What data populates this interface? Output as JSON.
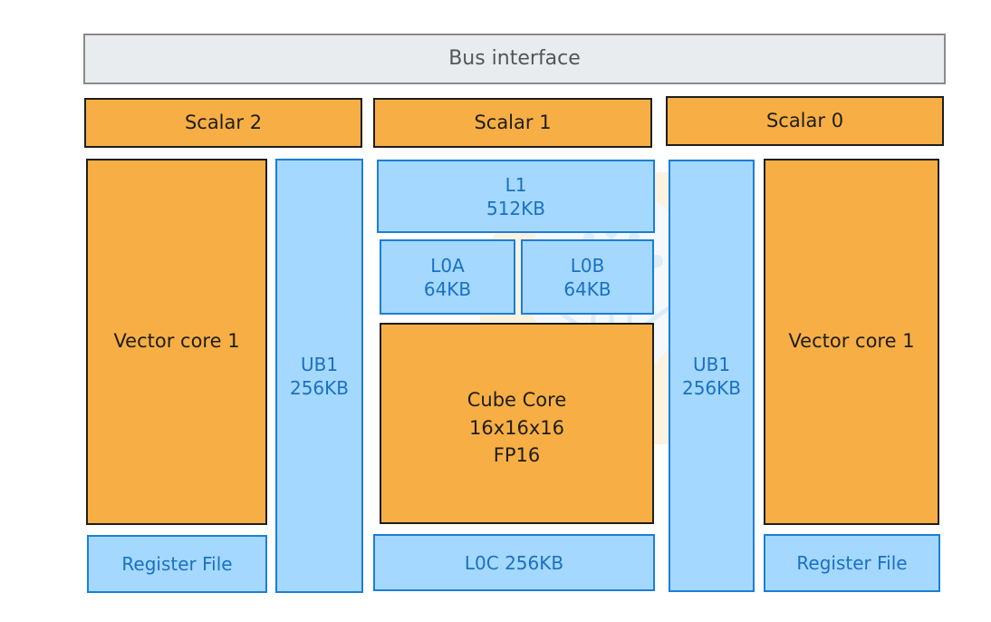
{
  "colors": {
    "orange_fill": "#f7ae44",
    "blue_fill": "#a5d8ff",
    "blue_text": "#1971c2",
    "gray_fill": "#e9ecef"
  },
  "bus": {
    "label": "Bus interface"
  },
  "scalars": {
    "left": "Scalar 2",
    "middle": "Scalar 1",
    "right": "Scalar 0"
  },
  "left_column": {
    "vector_core": "Vector core 1",
    "register_file": "Register File",
    "ub_name": "UB1",
    "ub_size": "256KB"
  },
  "center_column": {
    "l1_name": "L1",
    "l1_size": "512KB",
    "l0a_name": "L0A",
    "l0a_size": "64KB",
    "l0b_name": "L0B",
    "l0b_size": "64KB",
    "cube_name": "Cube Core",
    "cube_dims": "16x16x16",
    "cube_precision": "FP16",
    "l0c": "L0C 256KB"
  },
  "right_column": {
    "ub_name": "UB1",
    "ub_size": "256KB",
    "vector_core": "Vector core 1",
    "register_file": "Register File"
  },
  "watermark_icon": "circuit-lightbulb-icon"
}
